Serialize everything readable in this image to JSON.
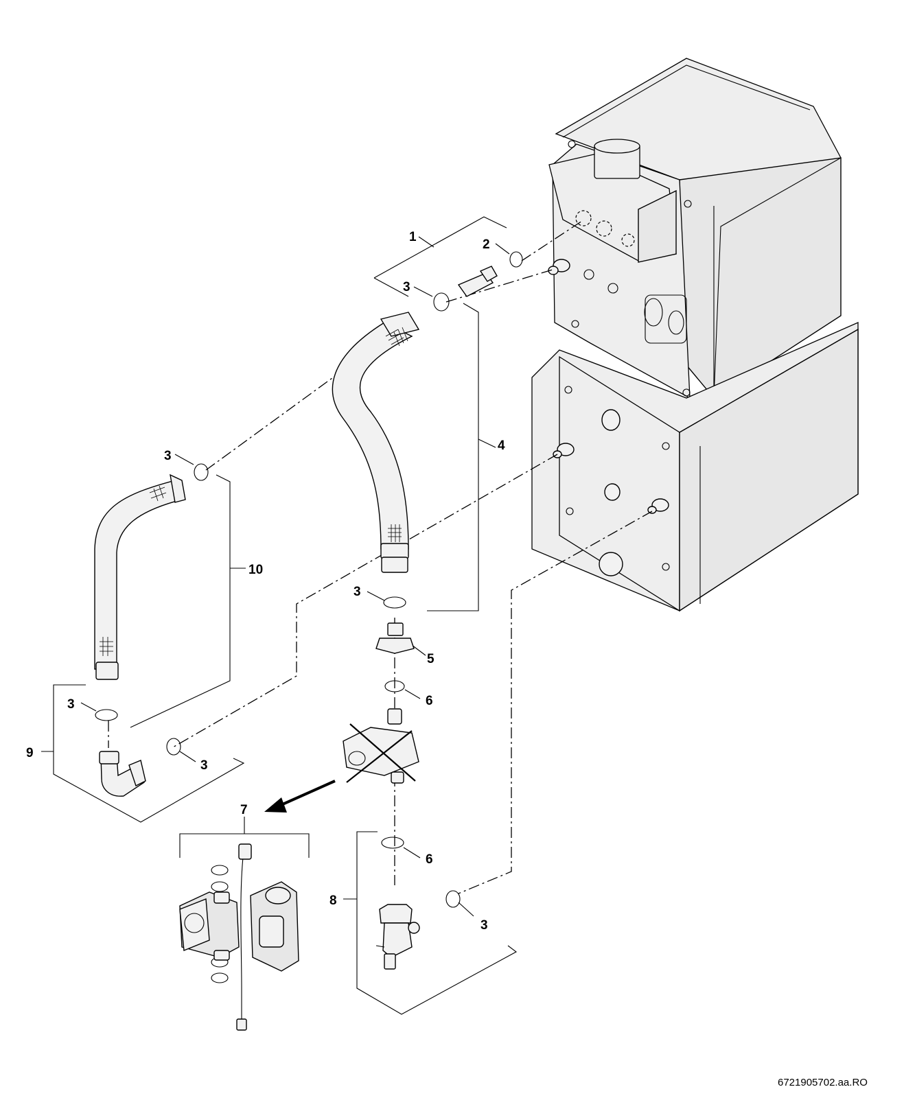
{
  "labels": {
    "part_1": "1",
    "part_2": "2",
    "part_3": "3",
    "part_4": "4",
    "part_5": "5",
    "part_6": "6",
    "part_7": "7",
    "part_8": "8",
    "part_9": "9",
    "part_10": "10"
  },
  "document_code": "6721905702.aa.RO",
  "icons": {
    "boiler": "boiler-unit-icon",
    "hose": "flexible-hose-icon",
    "pump": "circulation-pump-icon",
    "valve": "ball-valve-icon",
    "elbow": "elbow-fitting-icon",
    "seal": "sealing-ring-icon",
    "arrow": "replacement-arrow-icon",
    "cross": "obsolete-cross-icon"
  }
}
